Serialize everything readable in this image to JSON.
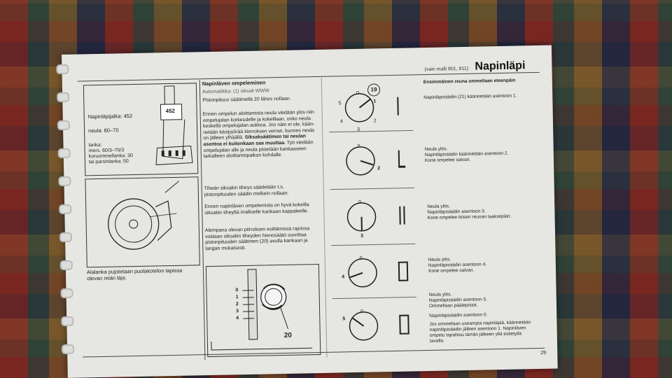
{
  "header": {
    "model_note": "(vain malli 801, 811)",
    "title": "Napinläpi"
  },
  "left_panel": {
    "foot_label": "Napinläpijalka: 452",
    "needle_label": "neula: 80–70",
    "thread_label_1": "lanka:",
    "thread_label_2": "mers. 60/3–70/3",
    "thread_label_3": "koruommellanka: 30",
    "thread_label_4": "tai parsinlanka: 50",
    "foot_number": "452",
    "caption": "Alalanka pujotetaan puolakotelon tapissa olevan reiän läpi."
  },
  "middle": {
    "heading": "Napinläven ompeleminen",
    "subheading": "Automatiikka: (1)   siksak WWW",
    "para1": "Pistonpituus säätimellä 20 lähes nollaan.",
    "para2_a": "Ennen ompelun aloittamista neula vie­dään ylös niin ompelujalan korkeudelle ja kokeillaan, onko neula keskellä om­pelujalan aukkoa. Jos näin ei ole, kään­netään käsipyörää kierroksen verran, kunnes neula on jälleen ylhäällä.",
    "para2_bold": "Sik­saksäätimen tai neulan asentoa ei kui­tenkaan saa muuttaa.",
    "para2_b": "Työ viedään om­pelujalan alle ja neula pistetään kan­kaaseen tarkalleen aloittamispaikan kohdalle.",
    "para3": "Tiheän siksakin tiheys säädetään t.s. pistonpituuden säädin melkein nollaan.",
    "para4": "Ennen napinläven ompelemista on hyvä kokeilla siksakin tiheyttä irralliselle kan­kaan kappaleelle.",
    "para5": "Alempana olevan piirroksen esittämissä rajoissa voidaan siksakin tiheyden hie­nosäätö suorittaa pistonpituuden sääti­men (20) avulla kankaan ja langan mu­kaisesti.",
    "dial_numbers": [
      "0",
      "1",
      "2",
      "3",
      "4"
    ],
    "dial_label": "20"
  },
  "dials": {
    "badge": "19",
    "marks": [
      "0",
      "1",
      "2",
      "3",
      "4",
      "5"
    ]
  },
  "right": {
    "heading": "Ensimmäinen reuna ommellaan eteenpäin",
    "step1": "Napinläpisäädin (21) käännetään asen­toon 1.",
    "step2_a": "Neula ylös.",
    "step2_b": "Napinläpisäädin käännetään asentoon 2.",
    "step2_c": "Kone ompelee salvan.",
    "step3_a": "Neula ylös.",
    "step3_b": "Napinläpisäädin asentoon 3.",
    "step3_c": "Kone ompelee toisen reunan taaksepäin.",
    "step4_a": "Neula ylös.",
    "step4_b": "Napinläpisäädin asentoon 4.",
    "step4_c": "Kone ompelee salvan.",
    "step5_a": "Neula ylös.",
    "step5_b": "Napinläpisäädin asentoon 5.",
    "step5_c": "Ommellaan päätepistot.",
    "step6": "Napinläpisäädin asentoon 0.",
    "step7": "Jos ommellaan useampia napinläpiä, käännetään napinläpisäädin jälleen asentoon 1. Napinläven ompelu tapah­tuu tämän jälkeen yllä esitetyllä tavalla."
  },
  "page_number": "29"
}
